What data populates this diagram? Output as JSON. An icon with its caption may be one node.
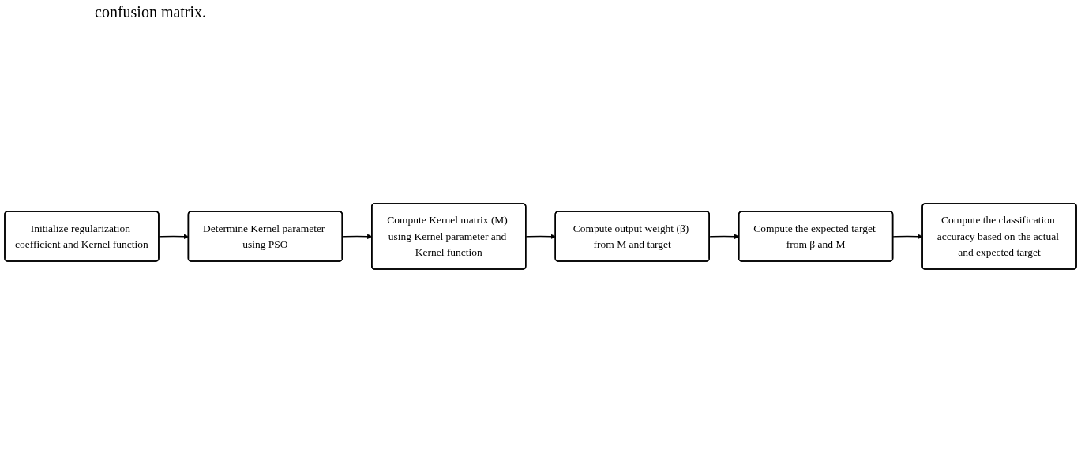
{
  "diagram": {
    "nodes": [
      {
        "text": [
          "Initialize regularization coefficient and Kernel function"
        ]
      },
      {
        "text": [
          "Determine Kernel parameter using PSO"
        ]
      },
      {
        "text": [
          "Compute Kernel matrix (M) using Kernel parameter and Kernel function"
        ]
      },
      {
        "text": [
          "Compute output weight (β) from M and target"
        ]
      },
      {
        "text": [
          "Compute the expected target from β and M"
        ]
      },
      {
        "text": [
          "Compute the classification accuracy based on the actual and expected target"
        ]
      }
    ],
    "edges": [
      {
        "from": 0,
        "to": 1,
        "arrow": "to"
      },
      {
        "from": 1,
        "to": 2,
        "arrow": "to"
      },
      {
        "from": 2,
        "to": 3,
        "arrow": "to"
      },
      {
        "from": 3,
        "to": 4,
        "arrow": "to"
      },
      {
        "from": 4,
        "to": 5,
        "arrow": "to"
      }
    ],
    "labels": [
      "confusion matrix."
    ]
  }
}
